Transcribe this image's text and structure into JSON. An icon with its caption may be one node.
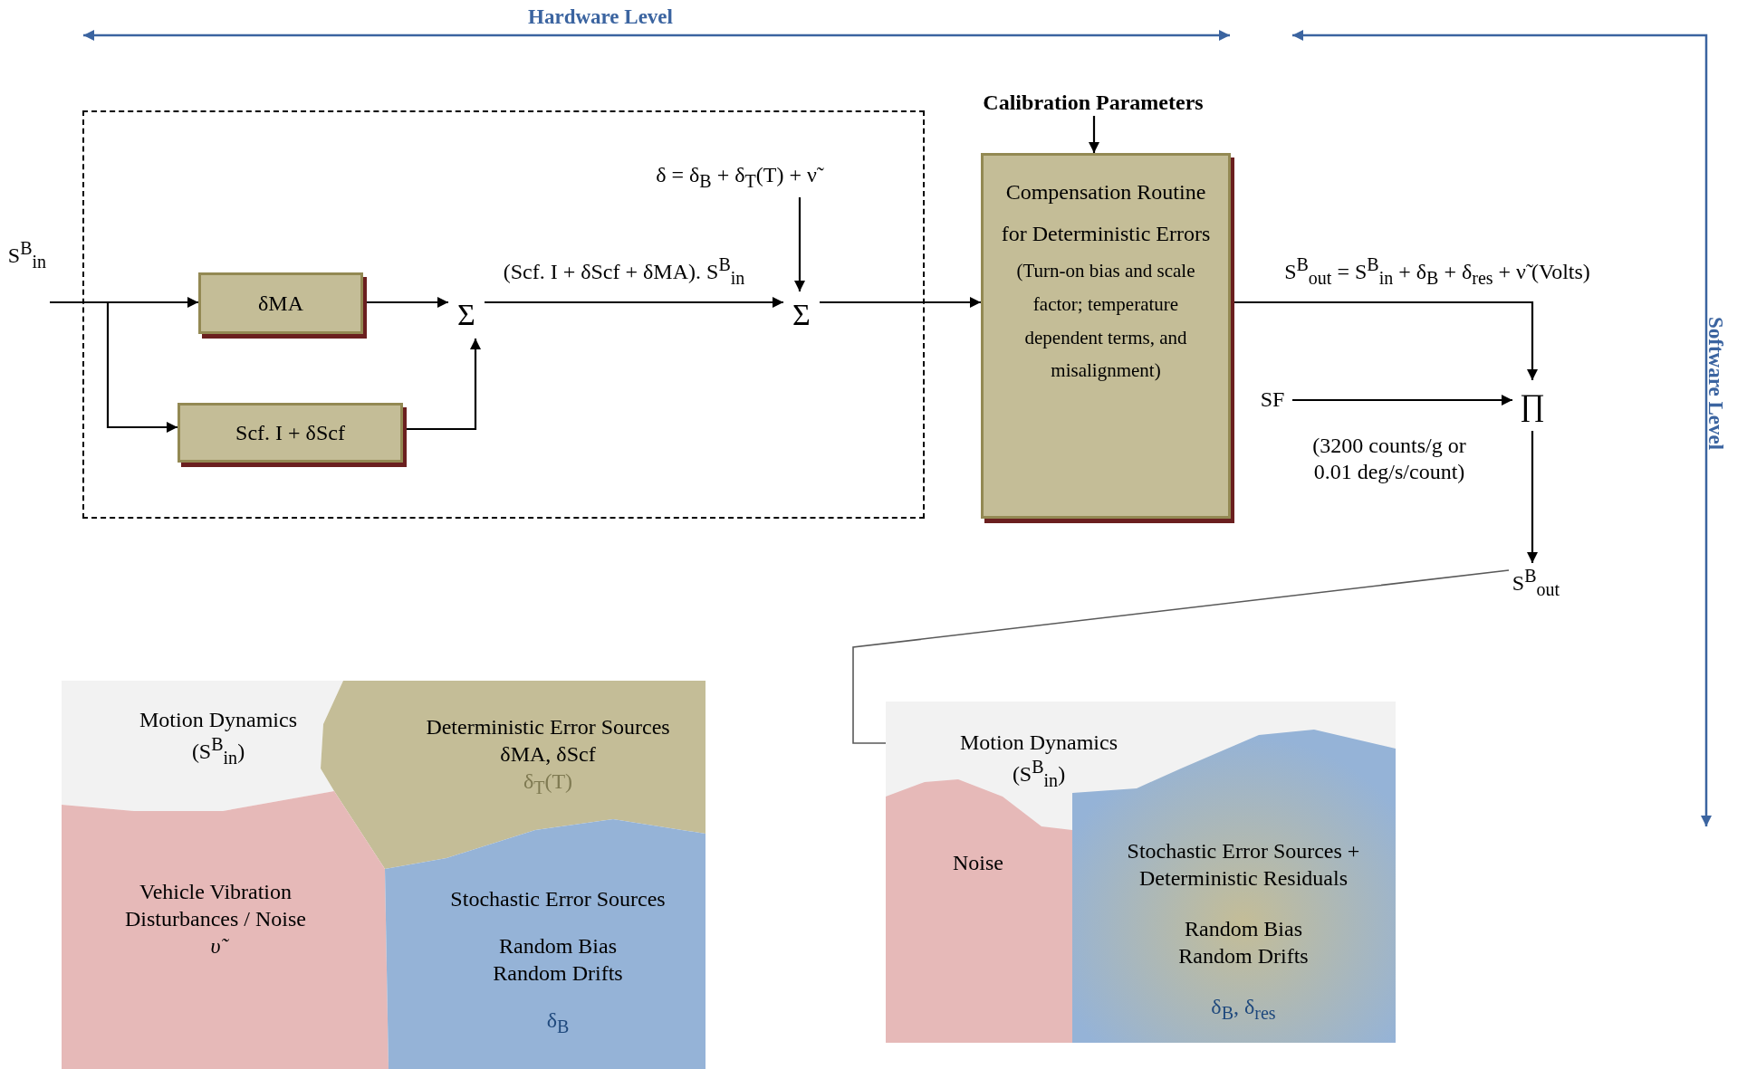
{
  "diagram": {
    "nodes": [
      {
        "text": [
          "S$^{B}$$_{in}$"
        ]
      },
      {
        "text": [],
        "shape": "box"
      },
      {
        "text": [
          "δMA"
        ],
        "in": 1
      },
      {
        "text": [
          "Scf. I + δScf"
        ],
        "in": 1
      },
      {
        "text": [
          "Σ"
        ],
        "in": 1
      },
      {
        "text": [
          "δ = δ$_{B}$ + δ$_{T}$(T) + ν̃"
        ],
        "in": 1
      },
      {
        "text": [
          "Σ"
        ],
        "in": 1
      },
      {
        "text": [
          "Calibration Parameters"
        ]
      },
      {
        "text": [
          "Compensation Routine for Deterministic Errors",
          "(Turn-on bias and scale factor; temperature dependent terms, and misalignment)"
        ]
      },
      {
        "text": [
          "SF"
        ]
      },
      {
        "text": [
          "∏"
        ]
      },
      {
        "text": [
          "S$^{B}$$_{out}$"
        ]
      },
      {
        "text": [
          "Motion Dynamics (S$^{B}$$_{in}$)"
        ]
      },
      {
        "text": [
          "Deterministic Error Sources",
          "δMA, δScf",
          "δ$_{T}$(T)"
        ]
      },
      {
        "text": [
          "Vehicle Vibration Disturbances / Noise",
          "υ̃"
        ]
      },
      {
        "text": [
          "Stochastic Error Sources",
          "Random Bias Random Drifts",
          "δ$_{B}$"
        ]
      },
      {
        "text": [],
        "shape": "box"
      },
      {
        "text": [
          "Motion Dynamics (S$^{B}$$_{in}$)"
        ],
        "in": 16
      },
      {
        "text": [
          "Noise"
        ],
        "in": 16
      },
      {
        "text": [
          "Stochastic Error Sources + Deterministic Residuals",
          "Random Bias Random Drifts",
          "δ$_{B}$, δ$_{res}$"
        ],
        "in": 16
      }
    ],
    "edges": [
      {
        "from": 0,
        "to": 2,
        "arrow": "to"
      },
      {
        "from": 0,
        "to": 3,
        "arrow": "to"
      },
      {
        "from": 2,
        "to": 4,
        "arrow": "to"
      },
      {
        "from": 3,
        "to": 4,
        "arrow": "to"
      },
      {
        "from": 4,
        "to": 6,
        "arrow": "to",
        "label": "(Scf. I + δScf + δMA). S$^{B}$$_{in}$"
      },
      {
        "from": 5,
        "to": 6,
        "arrow": "to"
      },
      {
        "from": 6,
        "to": 8,
        "arrow": "to"
      },
      {
        "from": 7,
        "to": 8,
        "arrow": "to"
      },
      {
        "from": 8,
        "to": 10,
        "arrow": "to",
        "label": "S$^{B}$$_{out}$ = S$^{B}$$_{in}$ + δ$_{B}$ + δ$_{res}$ + ν̃ (Volts)"
      },
      {
        "from": 9,
        "to": 10,
        "arrow": "to",
        "label": "(3200 counts/g or 0.01 deg/s/count)"
      },
      {
        "from": 10,
        "to": 11,
        "arrow": "to"
      },
      {
        "from": 11,
        "to": 16,
        "arrow": "none",
        "color": "#595959"
      }
    ],
    "labels": [
      "Hardware Level",
      "Software Level"
    ]
  }
}
